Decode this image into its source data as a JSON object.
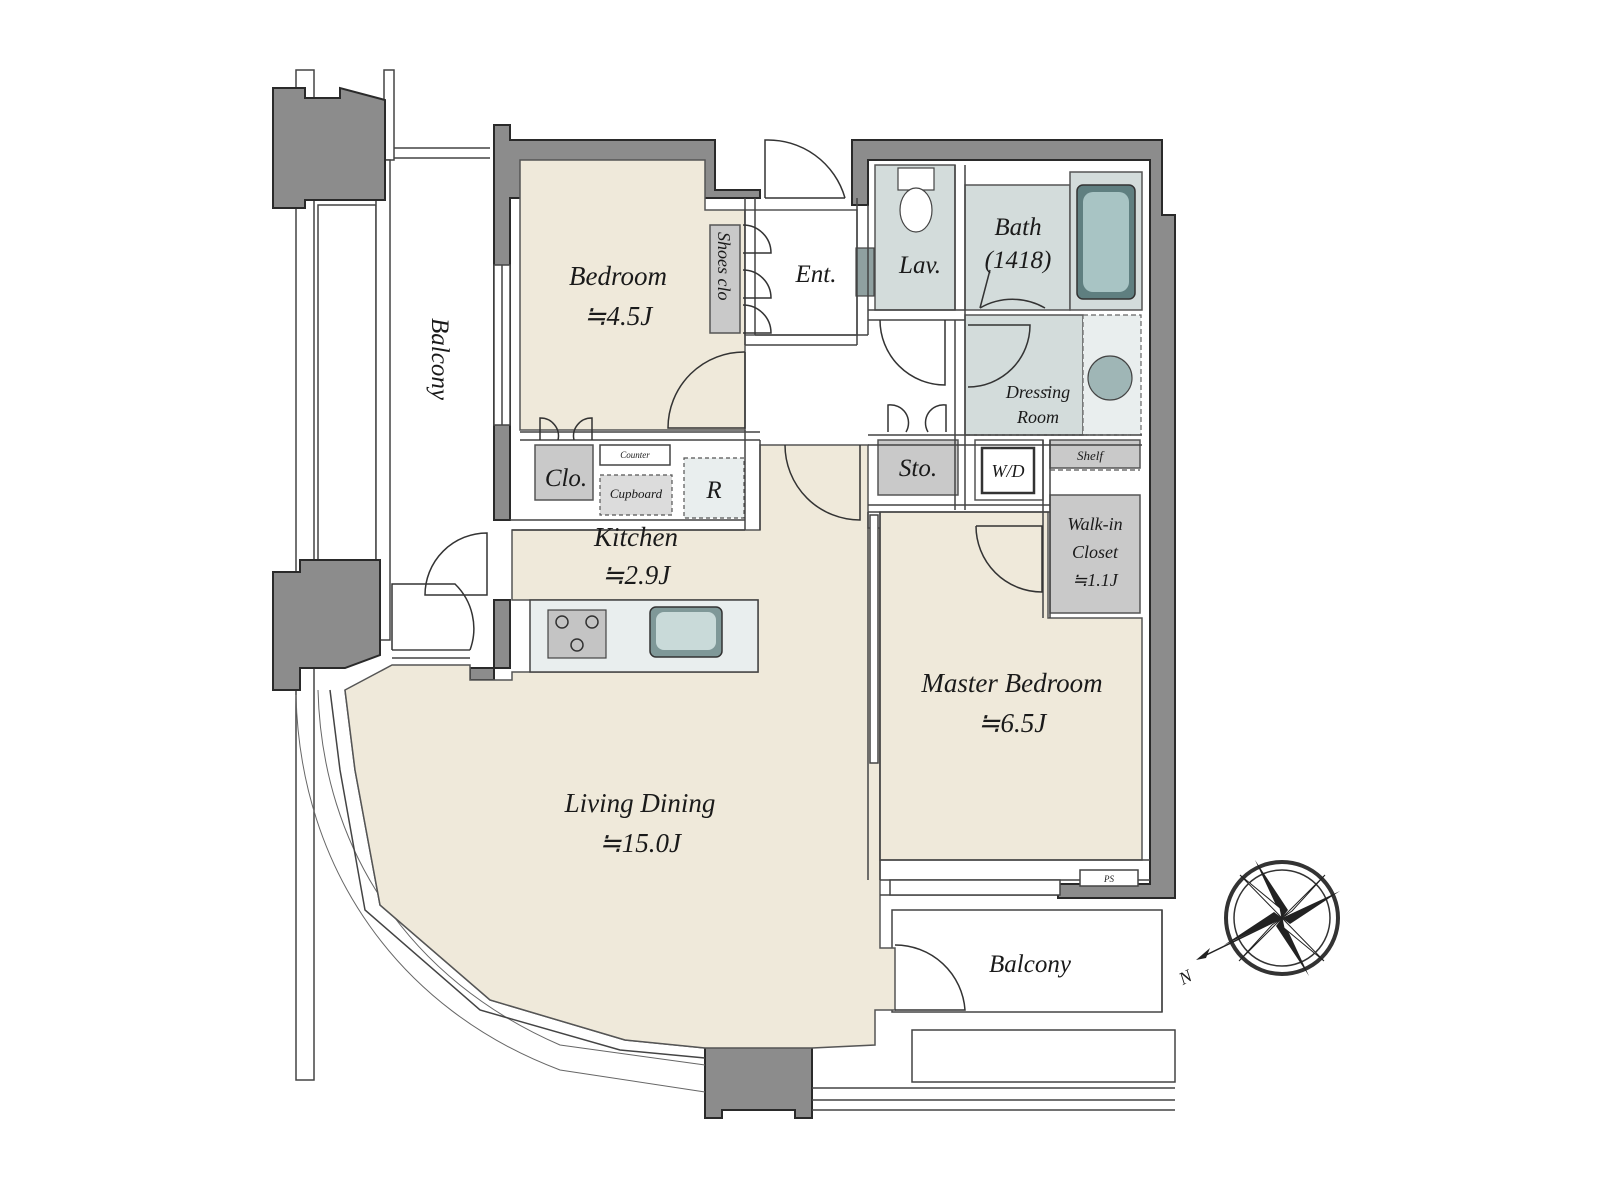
{
  "rooms": {
    "bedroom": {
      "name": "Bedroom",
      "area": "≒4.5J"
    },
    "kitchen": {
      "name": "Kitchen",
      "area": "≒2.9J"
    },
    "living": {
      "name": "Living Dining",
      "area": "≒15.0J"
    },
    "master": {
      "name": "Master Bedroom",
      "area": "≒6.5J"
    },
    "walkin": {
      "name_line1": "Walk-in",
      "name_line2": "Closet",
      "area": "≒1.1J"
    },
    "bath": {
      "name": "Bath",
      "size": "(1418)"
    },
    "dressing": {
      "name_line1": "Dressing",
      "name_line2": "Room"
    }
  },
  "labels": {
    "entrance": "Ent.",
    "lavatory": "Lav.",
    "shoes_closet": "Shoes clo",
    "closet": "Clo.",
    "storage": "Sto.",
    "washer_dryer": "W/D",
    "shelf": "Shelf",
    "counter": "Counter",
    "cupboard": "Cupboard",
    "refrigerator": "R",
    "balcony_west": "Balcony",
    "balcony_south": "Balcony",
    "pipe_space": "PS",
    "compass_north": "N"
  }
}
